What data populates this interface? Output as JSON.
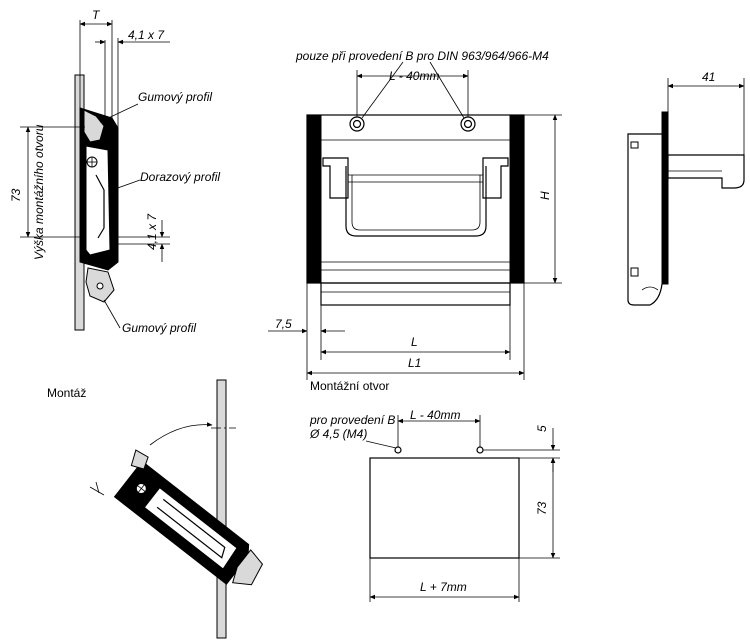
{
  "labels": {
    "dim_t": "T",
    "dim_slot_top": "4,1 x 7",
    "gumovy_top": "Gumový profil",
    "dorazovy": "Dorazový profil",
    "dim_73_left": "73",
    "vyska": "Výška montážního otvoru",
    "dim_slot_mid": "4,1 x 7",
    "gumovy_bottom": "Gumový profil",
    "pouze": "pouze při provedení B pro DIN 963/964/966-M4",
    "l40_top": "L - 40mm",
    "dim_h": "H",
    "dim_75": "7,5",
    "dim_l": "L",
    "dim_l1": "L1",
    "dim_41": "41",
    "montazni_otvor": "Montážní otvor",
    "montaz": "Montáž",
    "pro_provedeni": "pro provedení B",
    "diam": "Ø 4,5 (M4)",
    "l40_bottom": "L - 40mm",
    "dim_5": "5",
    "dim_73_right": "73",
    "l7": "L + 7mm"
  }
}
